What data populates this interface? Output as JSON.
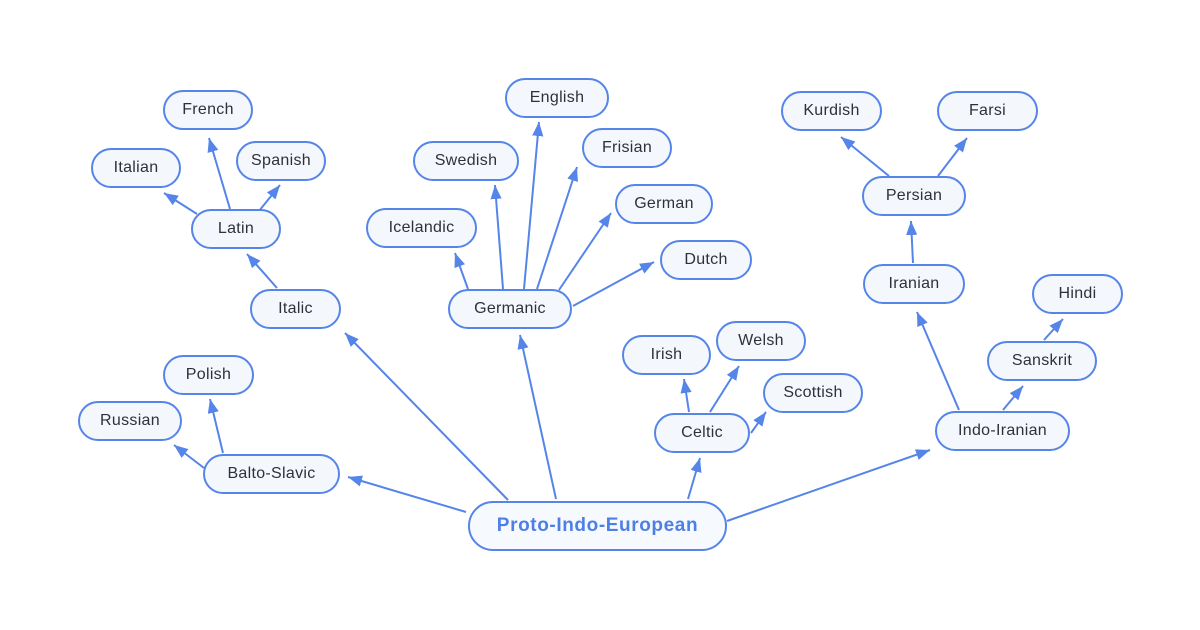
{
  "diagram": {
    "type": "tree",
    "root": "Proto-Indo-European",
    "colors": {
      "accent_blue": "#5585E8",
      "root_text_blue": "#4E7FE5",
      "node_fill": "#F4F8FD",
      "node_text": "#30303A",
      "background": "#FFFFFF"
    },
    "nodes": {
      "proto_indo_european": {
        "label": "Proto-Indo-European"
      },
      "italic": {
        "label": "Italic"
      },
      "latin": {
        "label": "Latin"
      },
      "french": {
        "label": "French"
      },
      "italian": {
        "label": "Italian"
      },
      "spanish": {
        "label": "Spanish"
      },
      "germanic": {
        "label": "Germanic"
      },
      "icelandic": {
        "label": "Icelandic"
      },
      "swedish": {
        "label": "Swedish"
      },
      "english": {
        "label": "English"
      },
      "frisian": {
        "label": "Frisian"
      },
      "german": {
        "label": "German"
      },
      "dutch": {
        "label": "Dutch"
      },
      "celtic": {
        "label": "Celtic"
      },
      "irish": {
        "label": "Irish"
      },
      "welsh": {
        "label": "Welsh"
      },
      "scottish": {
        "label": "Scottish"
      },
      "balto_slavic": {
        "label": "Balto-Slavic"
      },
      "polish": {
        "label": "Polish"
      },
      "russian": {
        "label": "Russian"
      },
      "indo_iranian": {
        "label": "Indo-Iranian"
      },
      "iranian": {
        "label": "Iranian"
      },
      "persian": {
        "label": "Persian"
      },
      "kurdish": {
        "label": "Kurdish"
      },
      "farsi": {
        "label": "Farsi"
      },
      "sanskrit": {
        "label": "Sanskrit"
      },
      "hindi": {
        "label": "Hindi"
      }
    },
    "edges": [
      {
        "from": "Proto-Indo-European",
        "to": "Italic"
      },
      {
        "from": "Proto-Indo-European",
        "to": "Germanic"
      },
      {
        "from": "Proto-Indo-European",
        "to": "Celtic"
      },
      {
        "from": "Proto-Indo-European",
        "to": "Balto-Slavic"
      },
      {
        "from": "Proto-Indo-European",
        "to": "Indo-Iranian"
      },
      {
        "from": "Italic",
        "to": "Latin"
      },
      {
        "from": "Latin",
        "to": "French"
      },
      {
        "from": "Latin",
        "to": "Italian"
      },
      {
        "from": "Latin",
        "to": "Spanish"
      },
      {
        "from": "Germanic",
        "to": "Icelandic"
      },
      {
        "from": "Germanic",
        "to": "Swedish"
      },
      {
        "from": "Germanic",
        "to": "English"
      },
      {
        "from": "Germanic",
        "to": "Frisian"
      },
      {
        "from": "Germanic",
        "to": "German"
      },
      {
        "from": "Germanic",
        "to": "Dutch"
      },
      {
        "from": "Celtic",
        "to": "Irish"
      },
      {
        "from": "Celtic",
        "to": "Welsh"
      },
      {
        "from": "Celtic",
        "to": "Scottish"
      },
      {
        "from": "Balto-Slavic",
        "to": "Polish"
      },
      {
        "from": "Balto-Slavic",
        "to": "Russian"
      },
      {
        "from": "Indo-Iranian",
        "to": "Iranian"
      },
      {
        "from": "Indo-Iranian",
        "to": "Sanskrit"
      },
      {
        "from": "Iranian",
        "to": "Persian"
      },
      {
        "from": "Persian",
        "to": "Kurdish"
      },
      {
        "from": "Persian",
        "to": "Farsi"
      },
      {
        "from": "Sanskrit",
        "to": "Hindi"
      }
    ]
  }
}
